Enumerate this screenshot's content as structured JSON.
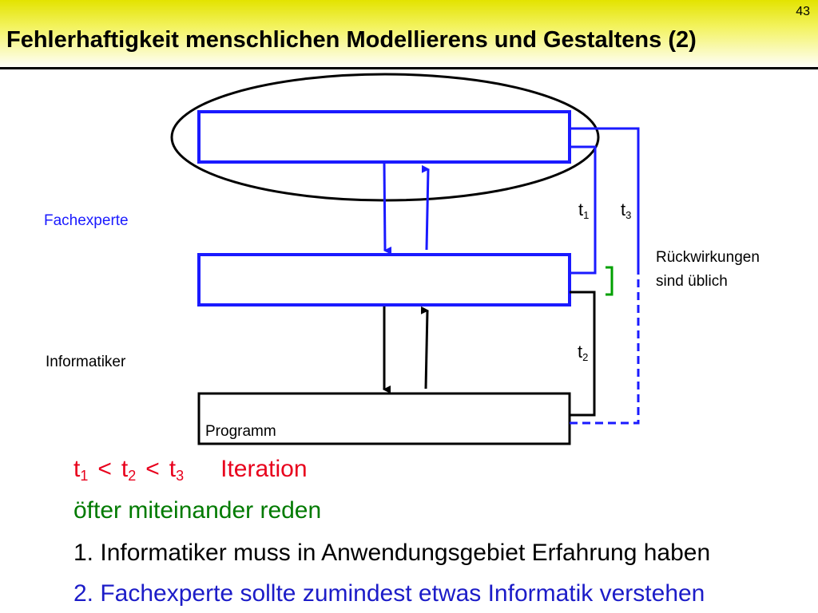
{
  "slide": {
    "number": "43",
    "title": "Fehlerhaftigkeit menschlichen Modellierens und Gestaltens (2)"
  },
  "diagram": {
    "labels": {
      "fachexperte": "Fachexperte",
      "informatiker": "Informatiker",
      "programm": "Programm",
      "rueckwirkungen_line1": "Rückwirkungen",
      "rueckwirkungen_line2": "sind üblich"
    },
    "t_labels": {
      "t1": {
        "base": "t",
        "sub": "1"
      },
      "t2": {
        "base": "t",
        "sub": "2"
      },
      "t3": {
        "base": "t",
        "sub": "3"
      }
    }
  },
  "body": {
    "inequality": {
      "t1": "t",
      "t1_sub": "1",
      "op1": "<",
      "t2": "t",
      "t2_sub": "2",
      "op2": "<",
      "t3": "t",
      "t3_sub": "3",
      "label": "Iteration"
    },
    "line_green": "öfter miteinander reden",
    "line_1": "1. Informatiker muss in Anwendungsgebiet Erfahrung haben",
    "line_2": "2. Fachexperte sollte zumindest etwas Informatik verstehen"
  },
  "colors": {
    "blue": "#1a1aff",
    "red": "#e8001c",
    "green": "#007a00",
    "header": "#e3e300"
  }
}
